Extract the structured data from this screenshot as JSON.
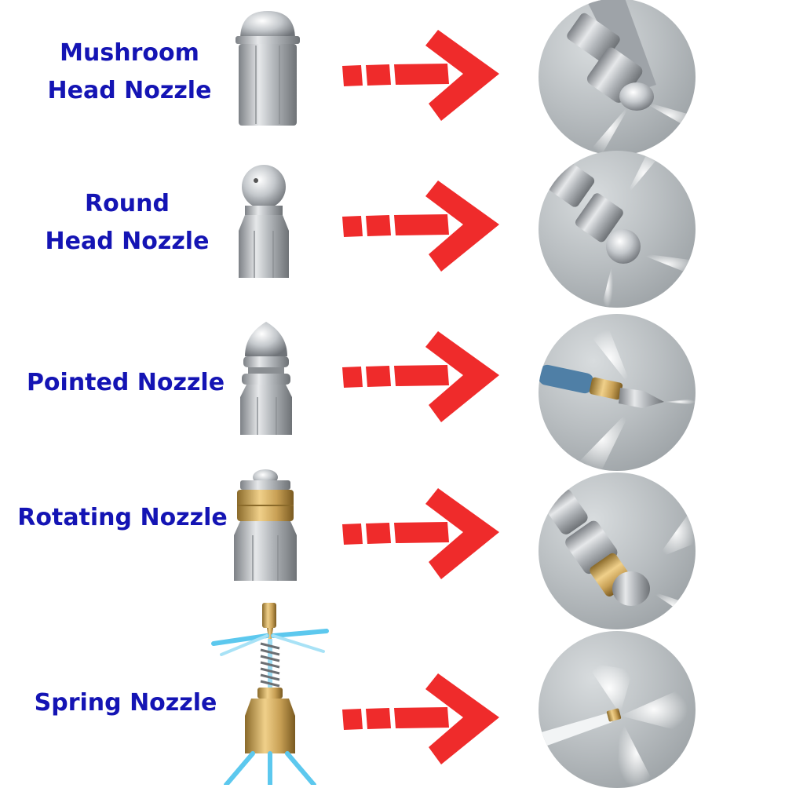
{
  "nozzles": [
    {
      "lines": [
        "Mushroom",
        "Head Nozzle"
      ]
    },
    {
      "lines": [
        "Round",
        "Head Nozzle"
      ]
    },
    {
      "lines": [
        "Pointed Nozzle"
      ]
    },
    {
      "lines": [
        "Rotating Nozzle"
      ]
    },
    {
      "lines": [
        "Spring Nozzle"
      ]
    }
  ],
  "colors": {
    "label_text": "#1414b4",
    "arrow": "#ef2b2b",
    "steel": "#b9bcc0",
    "brass": "#c8a055",
    "water": "#5cc8ee"
  },
  "icons": {
    "arrow": "red-right-arrow-icon",
    "photo": "nozzle-spray-photo"
  }
}
